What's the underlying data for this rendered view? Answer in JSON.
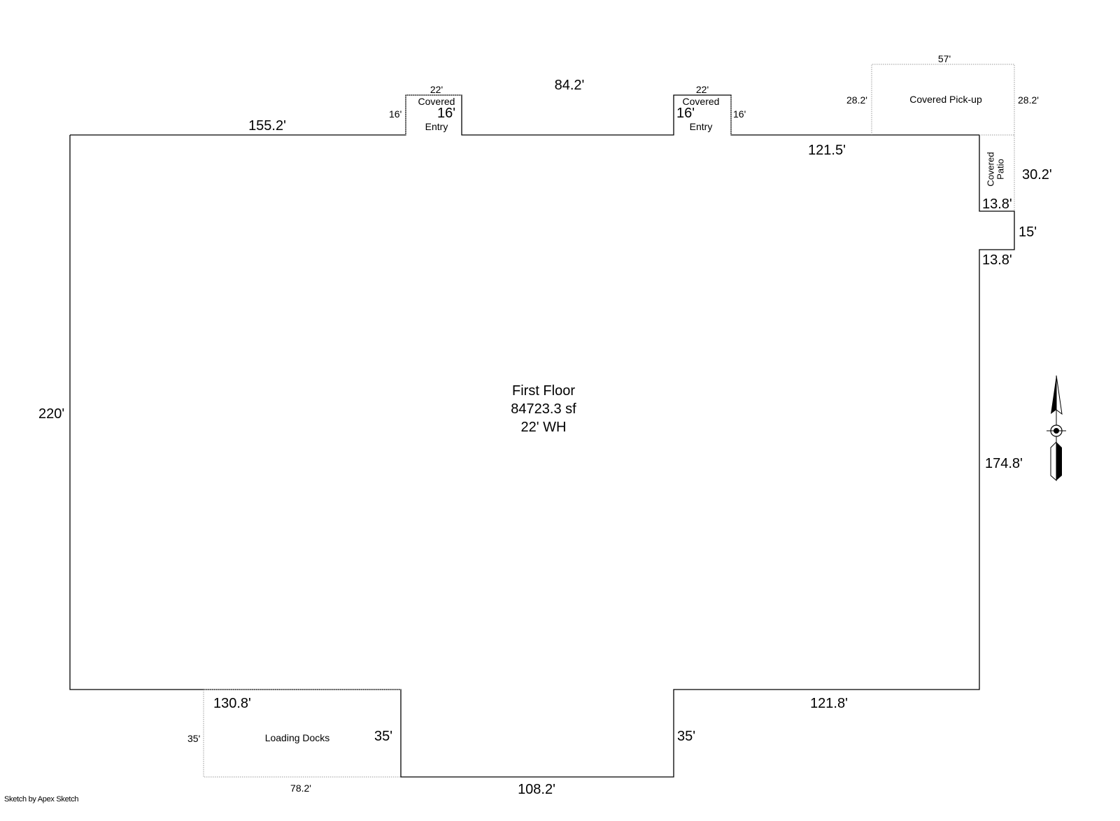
{
  "main_area": {
    "name": "First Floor",
    "area": "84723.3 sf",
    "height": "22' WH"
  },
  "main_dimensions": {
    "top_left": "155.2'",
    "top_middle": "84.2'",
    "top_right": "121.5'",
    "left": "220'",
    "right": "174.8'",
    "notch_top": "13.8'",
    "notch_side": "15'",
    "notch_bottom": "13.8'",
    "bottom_left": "130.8'",
    "bottom_middle": "108.2'",
    "bottom_right": "121.8'",
    "recess_left": "35'",
    "recess_right": "35'",
    "entry_left_depth": "16'",
    "entry_right_depth": "16'"
  },
  "subareas": {
    "covered_entry_left": {
      "label_1": "Covered",
      "label_2": "Entry",
      "width": "22'",
      "depth": "16'"
    },
    "covered_entry_right": {
      "label_1": "Covered",
      "label_2": "Entry",
      "width": "22'",
      "depth": "16'"
    },
    "covered_pickup": {
      "label": "Covered Pick-up",
      "width": "57'",
      "left_depth": "28.2'",
      "right_depth": "28.2'"
    },
    "covered_patio": {
      "label_1": "Covered",
      "label_2": "Patio",
      "length": "30.2'"
    },
    "loading_docks": {
      "label": "Loading Docks",
      "depth": "35'",
      "width": "78.2'"
    }
  },
  "compass": {
    "icon": "north-arrow-icon"
  },
  "credit": "Sketch by Apex Sketch",
  "colors": {
    "outline": "#000000",
    "subarea_outline": "#9a9a9a",
    "background": "#ffffff"
  }
}
